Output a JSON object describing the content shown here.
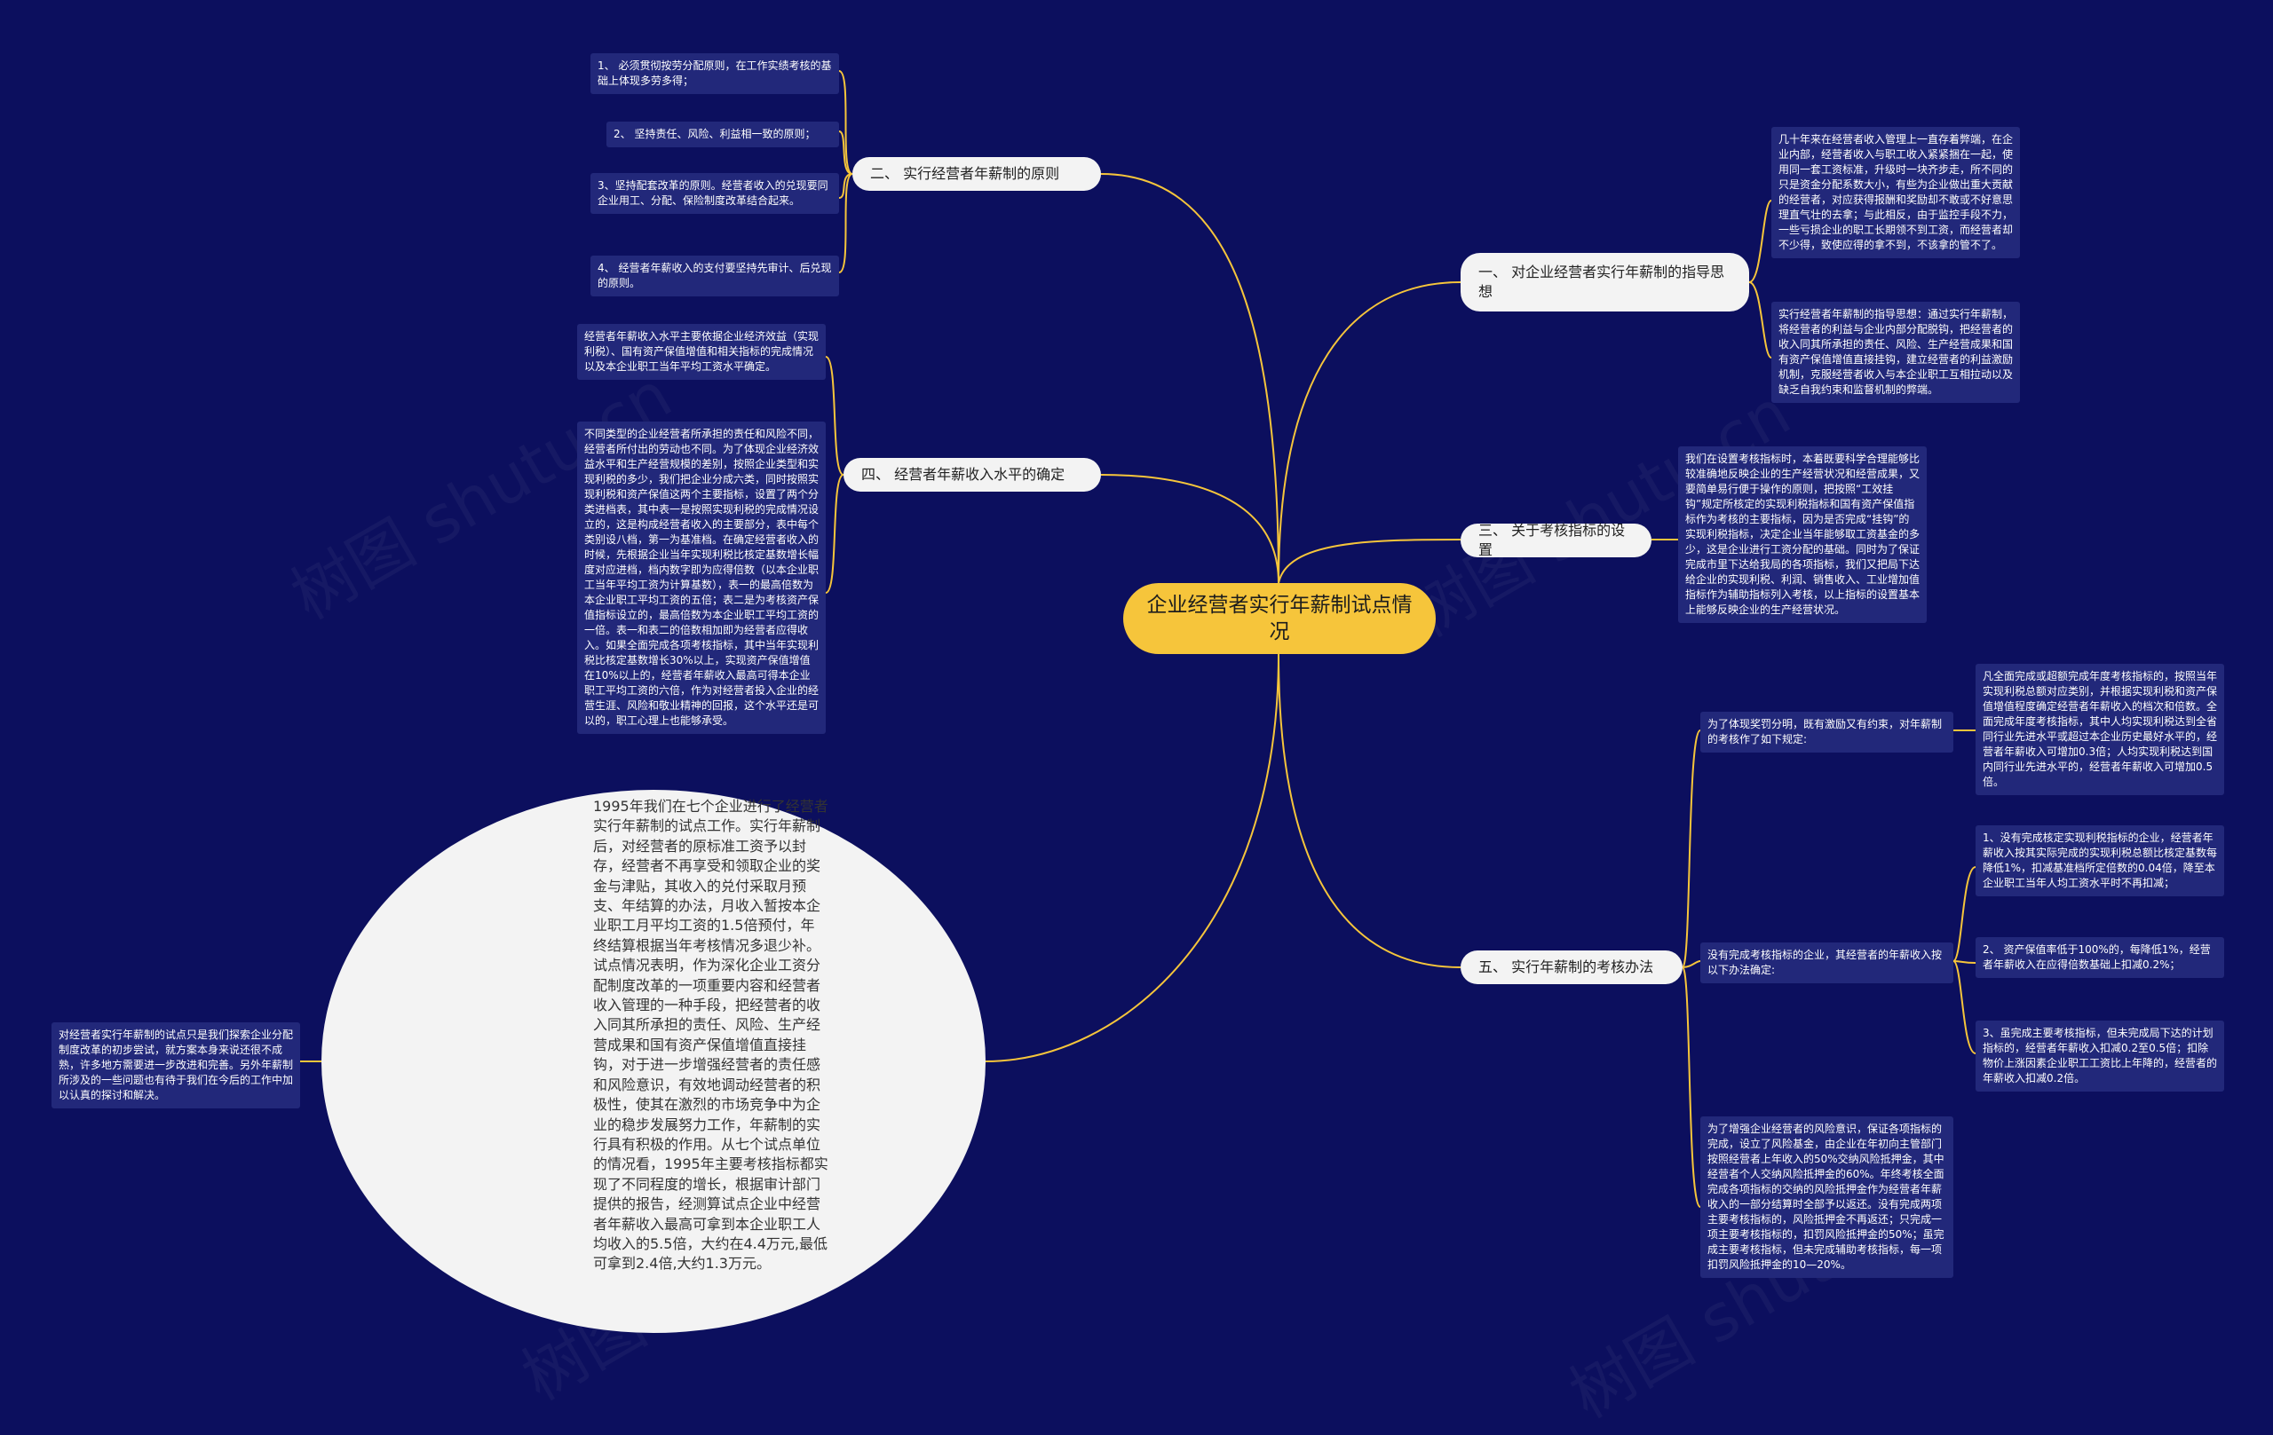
{
  "root": "企业经营者实行年薪制试点情况",
  "watermark": "树图 shutu.cn",
  "branches": {
    "b1": "一、 对企业经营者实行年薪制的指导思想",
    "b2": "二、 实行经营者年薪制的原则",
    "b3": "三、 关于考核指标的设置",
    "b4": "四、 经营者年薪收入水平的确定",
    "b5": "五、 实行年薪制的考核办法"
  },
  "leaves": {
    "b1_1": "几十年来在经营者收入管理上一直存着弊端，在企业内部，经营者收入与职工收入紧紧捆在一起，使用同一套工资标准，升级时一块齐步走，所不同的只是资金分配系数大小，有些为企业做出重大贡献的经营者，对应获得报酬和奖励却不敢或不好意思理直气壮的去拿；与此相反，由于监控手段不力，一些亏损企业的职工长期领不到工资，而经营者却不少得，致使应得的拿不到，不该拿的管不了。",
    "b1_2": "实行经营者年薪制的指导思想：通过实行年薪制，将经营者的利益与企业内部分配脱钩，把经营者的收入同其所承担的责任、风险、生产经营成果和国有资产保值增值直接挂钩，建立经营者的利益激励机制，克服经营者收入与本企业职工互相拉动以及缺乏自我约束和监督机制的弊端。",
    "b2_1": "1、 必须贯彻按劳分配原则，在工作实绩考核的基础上体现多劳多得；",
    "b2_2": "2、 坚持责任、风险、利益相一致的原则；",
    "b2_3": "3、坚持配套改革的原则。经营者收入的兑现要同企业用工、分配、保险制度改革结合起来。",
    "b2_4": "4、 经营者年薪收入的支付要坚持先审计、后兑现的原则。",
    "b3_1": "我们在设置考核指标时，本着既要科学合理能够比较准确地反映企业的生产经营状况和经营成果，又要简单易行便于操作的原则，把按照“工效挂钩”规定所核定的实现利税指标和国有资产保值指标作为考核的主要指标，因为是否完成“挂钩”的实现利税指标，决定企业当年能够取工资基金的多少，这是企业进行工资分配的基础。同时为了保证完成市里下达给我局的各项指标，我们又把局下达给企业的实现利税、利润、销售收入、工业增加值指标作为辅助指标列入考核，以上指标的设置基本上能够反映企业的生产经营状况。",
    "b4_1": "经营者年薪收入水平主要依据企业经济效益（实现利税）、国有资产保值增值和相关指标的完成情况以及本企业职工当年平均工资水平确定。",
    "b4_2": "不同类型的企业经营者所承担的责任和风险不同，经营者所付出的劳动也不同。为了体现企业经济效益水平和生产经营规模的差别，按照企业类型和实现利税的多少，我们把企业分成六类，同时按照实现利税和资产保值这两个主要指标，设置了两个分类进档表，其中表一是按照实现利税的完成情况设立的，这是构成经营者收入的主要部分，表中每个类别设八档，第一为基准档。在确定经营者收入的时候，先根据企业当年实现利税比核定基数增长幅度对应进档，档内数字即为应得倍数（以本企业职工当年平均工资为计算基数），表一的最高倍数为本企业职工平均工资的五倍；表二是为考核资产保值指标设立的，最高倍数为本企业职工平均工资的一倍。表一和表二的倍数相加即为经营者应得收入。如果全面完成各项考核指标，其中当年实现利税比核定基数增长30%以上，实现资产保值增值在10%以上的，经营者年薪收入最高可得本企业职工平均工资的六倍，作为对经营者投入企业的经营生涯、风险和敬业精神的回报，这个水平还是可以的，职工心理上也能够承受。",
    "bubble": "1995年我们在七个企业进行了经营者实行年薪制的试点工作。实行年薪制后，对经营者的原标准工资予以封存，经营者不再享受和领取企业的奖金与津贴，其收入的兑付采取月预支、年结算的办法，月收入暂按本企业职工月平均工资的1.5倍预付，年终结算根据当年考核情况多退少补。试点情况表明，作为深化企业工资分配制度改革的一项重要内容和经营者收入管理的一种手段，把经营者的收入同其所承担的责任、风险、生产经营成果和国有资产保值增值直接挂钩，对于进一步增强经营者的责任感和风险意识，有效地调动经营者的积极性，使其在激烈的市场竞争中为企业的稳步发展努力工作，年薪制的实行具有积极的作用。从七个试点单位的情况看，1995年主要考核指标都实现了不同程度的增长，根据审计部门提供的报告，经测算试点企业中经营者年薪收入最高可拿到本企业职工人均收入的5.5倍，大约在4.4万元,最低可拿到2.4倍,大约1.3万元。",
    "bubble_note": "对经营者实行年薪制的试点只是我们探索企业分配制度改革的初步尝试，就方案本身来说还很不成熟，许多地方需要进一步改进和完善。另外年薪制所涉及的一些问题也有待于我们在今后的工作中加以认真的探讨和解决。",
    "b5_1": "为了体现奖罚分明，既有激励又有约束，对年薪制的考核作了如下规定:",
    "b5_1_1": "凡全面完成或超额完成年度考核指标的，按照当年实现利税总额对应类别，并根据实现利税和资产保值增值程度确定经营者年薪收入的档次和倍数。全面完成年度考核指标，其中人均实现利税达到全省同行业先进水平或超过本企业历史最好水平的，经营者年薪收入可增加0.3倍；人均实现利税达到国内同行业先进水平的，经营者年薪收入可增加0.5倍。",
    "b5_2": "没有完成考核指标的企业，其经营者的年薪收入按以下办法确定:",
    "b5_2_1": "1、没有完成核定实现利税指标的企业，经营者年薪收入按其实际完成的实现利税总额比核定基数每降低1%，扣减基准档所定倍数的0.04倍，降至本企业职工当年人均工资水平时不再扣减；",
    "b5_2_2": "2、 资产保值率低于100%的，每降低1%，经营者年薪收入在应得倍数基础上扣减0.2%；",
    "b5_2_3": "3、虽完成主要考核指标，但未完成局下达的计划指标的，经营者年薪收入扣减0.2至0.5倍；扣除物价上涨因素企业职工工资比上年降的，经营者的年薪收入扣减0.2倍。",
    "b5_3": "为了增强企业经营者的风险意识，保证各项指标的完成，设立了风险基金，由企业在年初向主管部门按照经营者上年收入的50%交纳风险抵押金，其中经营者个人交纳风险抵押金的60%。年终考核全面完成各项指标的交纳的风险抵押金作为经营者年薪收入的一部分结算时全部予以返还。没有完成两项主要考核指标的，风险抵押金不再返还；只完成一项主要考核指标的，扣罚风险抵押金的50%；虽完成主要考核指标，但未完成辅助考核指标，每一项扣罚风险抵押金的10—20%。"
  },
  "colors": {
    "background": "#0c0f5e",
    "root": "#f6c53b",
    "branch": "#f3f3f3",
    "leaf": "#22287a",
    "link": "#f6c53b"
  }
}
